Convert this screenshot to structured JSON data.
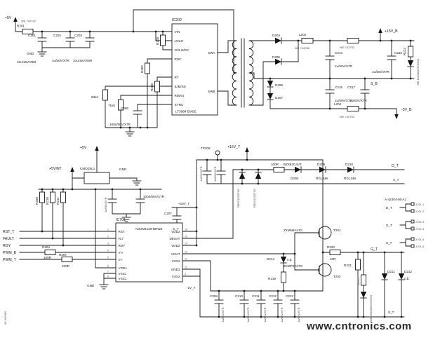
{
  "watermark": "www.cntronics.com",
  "ids": {
    "drawing": "A-42404-06-A1",
    "doc": "05-040362"
  },
  "colors": {
    "watermark_green": "#8dc63f"
  },
  "top": {
    "p5v": "+5V",
    "gnd": "GND",
    "r201": {
      "ref": "R201",
      "part": "WE 742792"
    },
    "c201": {
      "ref": "C201",
      "val": "10u/16V/X5R"
    },
    "c202": {
      "ref": "C202",
      "val": "1u/50V/X7R"
    },
    "c203": {
      "ref": "C203",
      "val": "10u/16V/X5R"
    },
    "r208": "R208",
    "r202": "R202",
    "r203": "R203",
    "r205_val": "63k4",
    "r206_val": "71k5",
    "c206": {
      "ref": "C206",
      "val": "100n/50V/X7R"
    },
    "ic202": {
      "ref": "IC202",
      "part": "LT3999-EMSE",
      "pins_left": [
        "VIN",
        "UVLO",
        "OVLO/DC",
        "RDC",
        "RT",
        "ILIM/SS",
        "RBIAS",
        "SYNC"
      ],
      "pins_right": [
        "SWA",
        "SWB"
      ]
    },
    "d204": "D204",
    "d205": "D205",
    "d206": "D206",
    "d207": "D207",
    "l202": {
      "ref": "L202",
      "part": "WE 744786"
    },
    "l203": {
      "part": "WE 742792"
    },
    "l204": {
      "ref": "L204",
      "part": "WE 742792"
    },
    "c214": {
      "ref": "C214",
      "val": "1u/50V/X7R"
    },
    "c215": {
      "ref": "C215",
      "val": "1u/50V/X7R"
    },
    "c216": {
      "ref": "C216",
      "val": "1u/50V/X7R"
    },
    "c217": {
      "ref": "C217",
      "val": "1u/50V/X7R"
    },
    "r224": "R224",
    "led_part": "WE 150080GS75000",
    "p15vb": "+15V_B",
    "sb": "S_B",
    "m3vb": "-3V_B"
  },
  "bottom": {
    "p5v": "+5V",
    "p5vint": "+5VINT",
    "choke": "CMOZ5L1",
    "gnd1": "GND",
    "gnd2": "GND",
    "r209": "R209",
    "r210": "R210",
    "r211": "R211",
    "c_a_val": "1u/50V/X7R",
    "c_b_val": "100n/50V/X7R",
    "sig": {
      "rst": "RST_T",
      "fault": "FAULT",
      "rdy": "RDY",
      "pwm_b": "PWM_B",
      "pwm_t": "PWM_T"
    },
    "r204": {
      "ref": "R204",
      "val": "100R"
    },
    "r207": {
      "ref": "R207",
      "val": "100R"
    },
    "ic701": {
      "ref": "IC701",
      "part": "ADUM4136-BRWZ",
      "pins_left": [
        "RST",
        "FLT",
        "RDY",
        "VI+",
        "VI-",
        "VDD1",
        "VSS1",
        "VSS1"
      ],
      "nums_left": [
        "1",
        "2",
        "3",
        "4",
        "5",
        "6",
        "7",
        "8"
      ],
      "pins_right": [
        "VDD2",
        "DESAT",
        "VDD2",
        "VOUT",
        "VSS2",
        "GND2",
        "VSS2"
      ],
      "nums_right": [
        "16",
        "15",
        "14",
        "13",
        "12",
        "11",
        "9"
      ]
    },
    "tp209": "TP209",
    "p15vt_arrow": "+15V_T",
    "p15vt_mid": "+15V_T",
    "c207": "C207",
    "s_t_c207": "S_T",
    "s_t_rail": "S_T",
    "cap1_val": "1u/50V/X7R",
    "cap2_val": "1u/50V/X7R",
    "rb521_1": "RB521S30T1G",
    "rb521_2": "RB521S30T1G",
    "r217_val": "100R",
    "d208": {
      "ref": "D208",
      "part": "BZX84C4V3"
    },
    "d209": {
      "ref": "D209",
      "part": "RGL34K"
    },
    "d210": {
      "ref": "D210",
      "part": "RGL34K"
    },
    "d_t": "D_T",
    "t201": {
      "ref": "T201",
      "part": "ZXMN6A11G"
    },
    "t202": {
      "ref": "T202",
      "part": "ZXMP6A17G"
    },
    "d214": {
      "ref": "D214",
      "nb": "n.b."
    },
    "r219": "R219",
    "r220": {
      "ref": "R220",
      "val": "10R"
    },
    "r221": "R221",
    "r222": "R222",
    "led_part": "WE 150080GS75000",
    "d211": "D211",
    "d212": {
      "ref": "D212",
      "nb": "n.b."
    },
    "g_t": "G_T",
    "m2vt": "-2V_T",
    "s_t_out": "S_T",
    "caps_row": [
      {
        "ref": "C208",
        "val": "1u/50V/X7R"
      },
      {
        "ref": "C210",
        "val": "1u/50V/X7R"
      },
      {
        "ref": "C211",
        "val": "1u/50V/X7R"
      },
      {
        "ref": "C212",
        "val": "1u/50V/X7R"
      },
      {
        "ref": "C213",
        "val": "1u/50V/X7R"
      }
    ],
    "conn": {
      "d_t": "D_T",
      "g_t": "G_T",
      "s_t": "S_T",
      "pins": [
        "X201-1",
        "X201-2",
        "X201-3",
        "X201-4",
        "X201-5",
        "X201-6"
      ]
    }
  }
}
